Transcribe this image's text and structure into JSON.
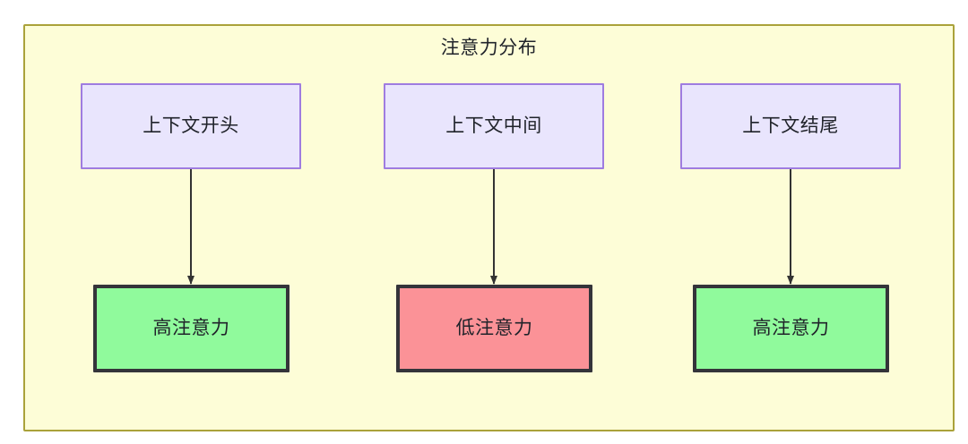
{
  "diagram": {
    "title": "注意力分布",
    "colors": {
      "container_fill": "#fdfdd7",
      "container_border": "#aaa23a",
      "context_fill": "#e9e5fd",
      "context_border": "#9f7ce0",
      "high_attention_fill": "#90fa9c",
      "low_attention_fill": "#fb9297",
      "node_border_dark": "#34343a",
      "edge_color": "#333333",
      "text_color": "#20232a"
    },
    "context_nodes": [
      {
        "id": "ctx-begin",
        "label": "上下文开头"
      },
      {
        "id": "ctx-middle",
        "label": "上下文中间"
      },
      {
        "id": "ctx-end",
        "label": "上下文结尾"
      }
    ],
    "attention_nodes": [
      {
        "id": "attn-high-1",
        "label": "高注意力",
        "level": "high"
      },
      {
        "id": "attn-low",
        "label": "低注意力",
        "level": "low"
      },
      {
        "id": "attn-high-2",
        "label": "高注意力",
        "level": "high"
      }
    ],
    "edges": [
      {
        "from": "ctx-begin",
        "to": "attn-high-1",
        "style": "arrow-down"
      },
      {
        "from": "ctx-middle",
        "to": "attn-low",
        "style": "arrow-down"
      },
      {
        "from": "ctx-end",
        "to": "attn-high-2",
        "style": "arrow-down"
      }
    ]
  }
}
